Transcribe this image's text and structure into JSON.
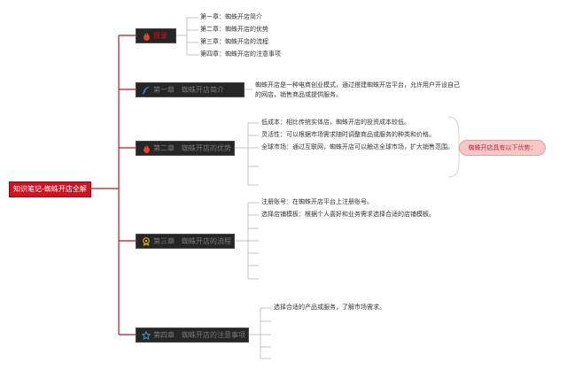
{
  "root": {
    "label": "知识笔记-蜘蛛开店全解"
  },
  "branches": [
    {
      "title": "目录",
      "icon": "fire-icon",
      "items": [
        "第一章：蜘蛛开店简介",
        "第二章：蜘蛛开店的优势",
        "第三章：蜘蛛开店的流程",
        "第四章：蜘蛛开店的注意事项"
      ]
    },
    {
      "title": "第一章　蜘蛛开店简介",
      "icon": "feather-icon",
      "items": [
        "蜘蛛开店是一种电商创业模式，通过搭建蜘蛛开店平台，允许用户开设自己的网店，销售商品或提供服务。"
      ]
    },
    {
      "title": "第二章　蜘蛛开店的优势",
      "icon": "fire-icon",
      "items": [
        "低成本：相比传统实体店，蜘蛛开店的投资成本较低。",
        "灵活性：可以根据市场需求随时调整商品或服务的种类和价格。",
        "全球市场：通过互联网，蜘蛛开店可以触达全球市场，扩大销售范围。",
        "",
        ""
      ],
      "summary": "蜘蛛开店具有以下优势："
    },
    {
      "title": "第三章　蜘蛛开店的流程",
      "icon": "badge-icon",
      "items": [
        "注册账号：在蜘蛛开店平台上注册账号。",
        "选择店铺模板：根据个人喜好和业务需求选择合适的店铺模板。",
        "",
        "",
        "",
        "",
        ""
      ]
    },
    {
      "title": "第四章　蜘蛛开店的注意事项",
      "icon": "star-icon",
      "items": [
        "选择合适的产品或服务，了解市场需求。",
        "",
        "",
        "",
        ""
      ]
    }
  ],
  "colors": {
    "root": "#cf1322",
    "line": "#b21b22",
    "topic": "#262626",
    "summary_fill": "#f7c6c6",
    "summary_text": "#b1313a"
  }
}
